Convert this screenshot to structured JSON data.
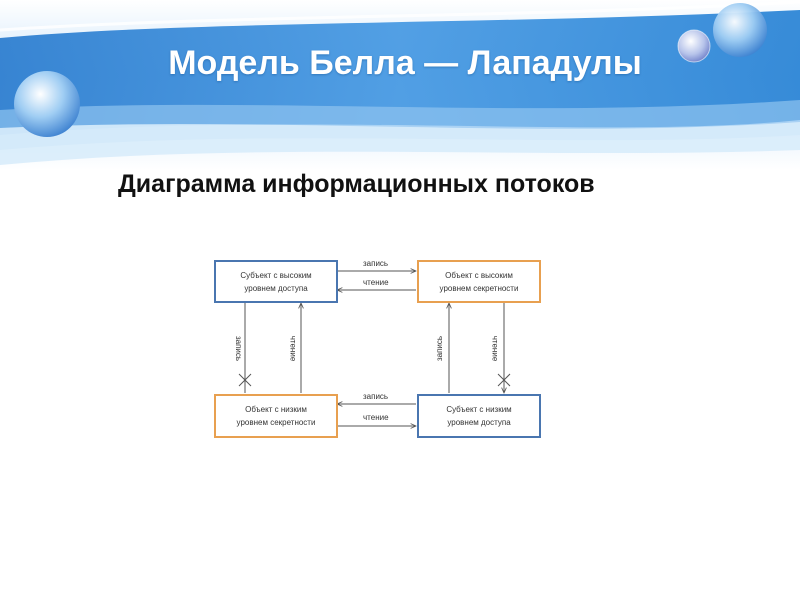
{
  "slide": {
    "title": "Модель Белла — Лападулы",
    "subtitle": "Диаграмма информационных потоков"
  },
  "colors": {
    "subject_border": "#4a76b0",
    "object_border": "#e8a050",
    "arrow": "#555555",
    "banner_blue": "#3f8fd8"
  },
  "diagram": {
    "boxes": {
      "subject_high": {
        "line1": "Субъект с высоким",
        "line2": "уровнем доступа"
      },
      "object_high": {
        "line1": "Объект с высоким",
        "line2": "уровнем секретности"
      },
      "object_low": {
        "line1": "Объект с низким",
        "line2": "уровнем секретности"
      },
      "subject_low": {
        "line1": "Субъект с низким",
        "line2": "уровнем доступа"
      }
    },
    "labels": {
      "top_write": "запись",
      "top_read": "чтение",
      "bottom_write": "запись",
      "bottom_read": "чтение",
      "left_write": "запись",
      "left_read": "чтение",
      "right_write": "запись",
      "right_read": "чтение"
    }
  }
}
